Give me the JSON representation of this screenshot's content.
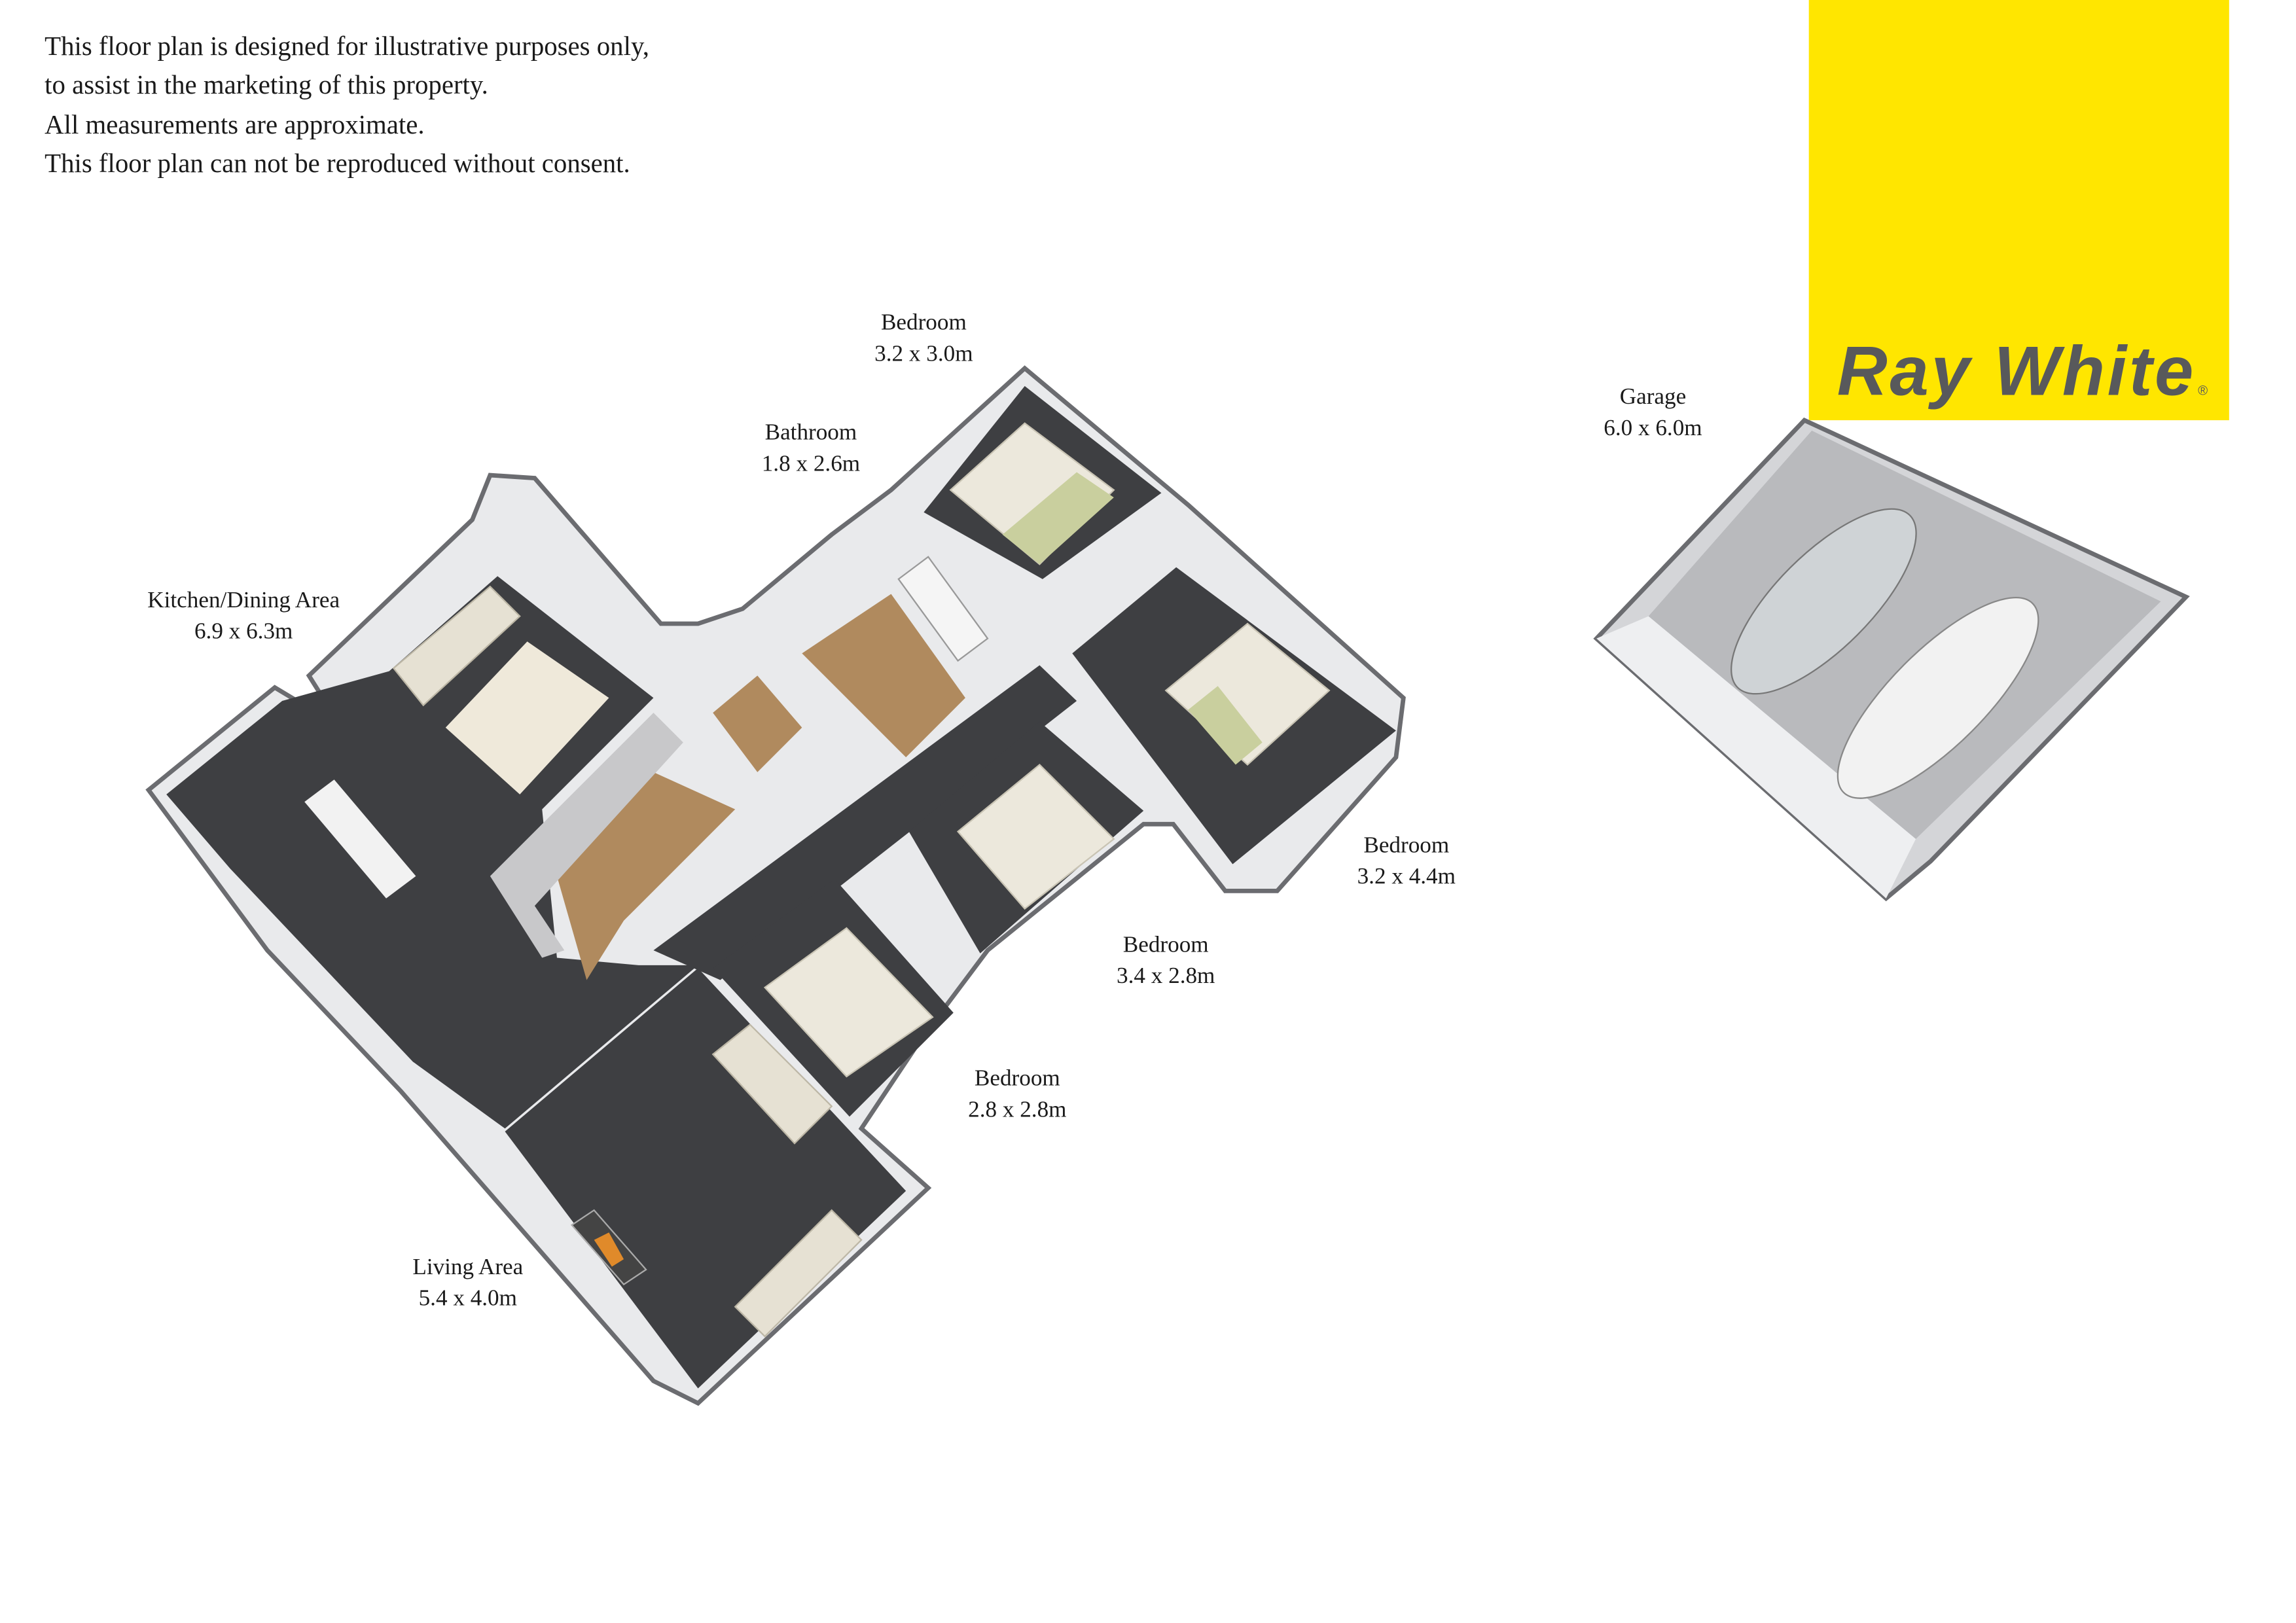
{
  "disclaimer": [
    "This floor plan is designed for illustrative purposes only,",
    "to assist in the marketing of this property.",
    "All measurements are approximate.",
    "This floor plan can not be reproduced without consent."
  ],
  "logo": {
    "text": "Ray White",
    "registered": "®",
    "background": "#FFE600",
    "text_color": "#58595B"
  },
  "rooms": [
    {
      "name": "Bedroom",
      "size": "3.2 x 3.0m"
    },
    {
      "name": "Bathroom",
      "size": "1.8 x 2.6m"
    },
    {
      "name": "Kitchen/Dining Area",
      "size": "6.9 x 6.3m"
    },
    {
      "name": "Garage",
      "size": "6.0 x 6.0m"
    },
    {
      "name": "Bedroom",
      "size": "3.2 x 4.4m"
    },
    {
      "name": "Bedroom",
      "size": "3.4 x 2.8m"
    },
    {
      "name": "Bedroom",
      "size": "2.8 x 2.8m"
    },
    {
      "name": "Living Area",
      "size": "5.4 x 4.0m"
    }
  ]
}
